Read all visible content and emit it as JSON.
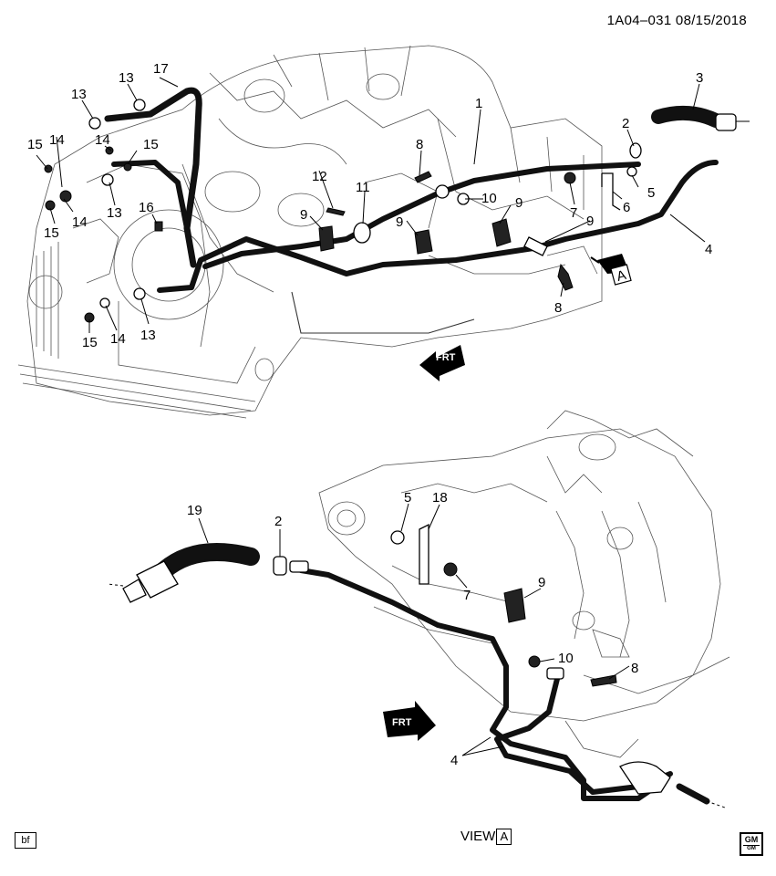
{
  "header": {
    "code": "1A04–031  08/15/2018"
  },
  "footer": {
    "badge": "bf",
    "view_label": "VIEW",
    "view_letter": "A",
    "logo_text": "GM",
    "logo_sub": "GM"
  },
  "markers": {
    "view_arrow_letter": "A",
    "frt": "FRT"
  },
  "callouts": {
    "upper": [
      "1",
      "2",
      "3",
      "4",
      "5",
      "6",
      "7",
      "8",
      "8",
      "9",
      "9",
      "9",
      "9",
      "10",
      "11",
      "12",
      "13",
      "13",
      "13",
      "13",
      "14",
      "14",
      "14",
      "14",
      "15",
      "15",
      "15",
      "15",
      "16",
      "17"
    ],
    "lower": [
      "19",
      "2",
      "5",
      "18",
      "7",
      "9",
      "10",
      "8",
      "4"
    ]
  }
}
